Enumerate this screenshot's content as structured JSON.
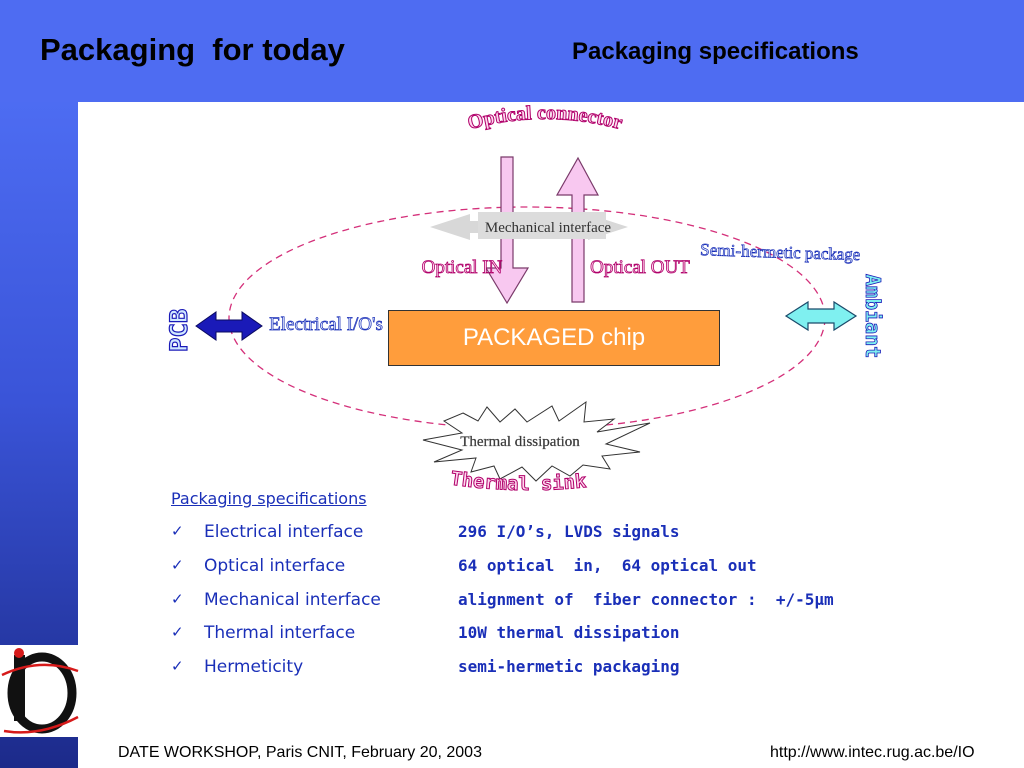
{
  "header": {
    "title": "Packaging  for today",
    "subtitle": "Packaging specifications"
  },
  "diagram": {
    "optical_connector": "Optical connector",
    "mechanical_interface": "Mechanical interface",
    "optical_in": "Optical IN",
    "optical_out": "Optical OUT",
    "semi_hermetic": "Semi-hermetic package",
    "ambiant": "Ambiant",
    "pcb": "PCB",
    "electrical_ios": "Electrical  I/O's",
    "chip": "PACKAGED chip",
    "thermal_dissipation": "Thermal dissipation",
    "thermal_sink": "Thermal sink"
  },
  "specs": {
    "heading": "Packaging specifications",
    "check_symbol": "✓",
    "rows": [
      {
        "name": "Electrical interface",
        "value": "296 I/O’s, LVDS signals"
      },
      {
        "name": "Optical interface",
        "value": "64 optical  in,  64 optical out"
      },
      {
        "name": "Mechanical interface",
        "value": "alignment of  fiber connector :  +/-5µm"
      },
      {
        "name": "Thermal interface",
        "value": "10W thermal dissipation"
      },
      {
        "name": "Hermeticity",
        "value": "semi-hermetic packaging"
      }
    ]
  },
  "footer": {
    "left": "DATE WORKSHOP, Paris CNIT, February 20, 2003",
    "right": "http://www.intec.rug.ac.be/IO"
  },
  "logo": {
    "text": "IO"
  },
  "colors": {
    "background_blue": "#4e6cf2",
    "chip_orange": "#ff9d3c",
    "spec_blue": "#1a2fb8",
    "wordart_magenta": "#b0006a",
    "arrow_pink": "#f8c8f0",
    "arrow_cyan": "#7ff0f0",
    "arrow_blue": "#1a1ab8"
  }
}
